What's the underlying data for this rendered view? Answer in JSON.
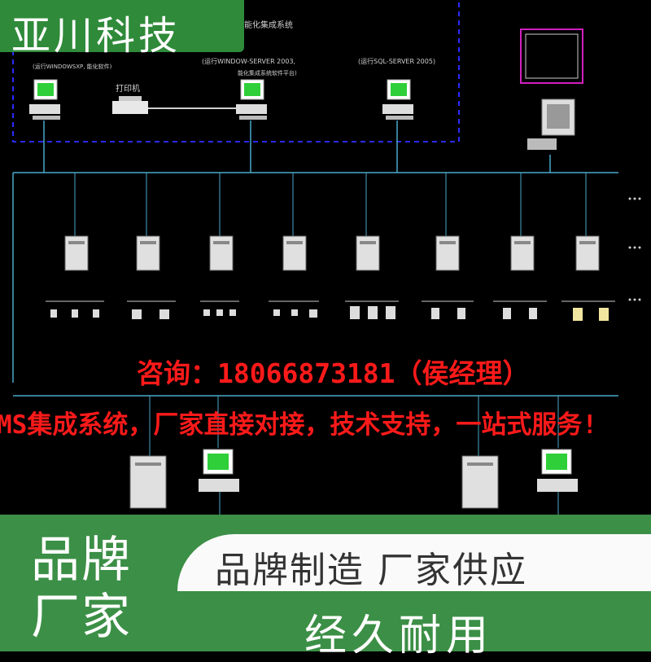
{
  "brand": {
    "name": "亚川科技"
  },
  "diagram": {
    "top_title": "能化集成系统",
    "left_station_label": "(运行WINDOWSXP, 能化软件)",
    "center_server_label": "(运行WINDOW-SERVER 2003,",
    "center_server_label2": "能化集成系统软件平台)",
    "right_server_label": "(运行SQL-SERVER 2005)",
    "printer_label": "打印机"
  },
  "overlay": {
    "phone": "咨询：18066873181（侯经理）",
    "slogan": "MS集成系统，厂家直接对接，技术支持，一站式服务!"
  },
  "bottom": {
    "left_tag_line1": "品牌",
    "left_tag_line2": "厂家",
    "banner": "品牌制造  厂家供应",
    "durable": "经久耐用"
  },
  "colors": {
    "background": "#000000",
    "brand_green": "#2f8a3a",
    "overlay_red": "#ff1a1a",
    "dashed_border": "#2a2aff",
    "wire": "#4aa8c8",
    "monitor_screen": "#2fcf3a",
    "magenta_frame": "#d020c0"
  }
}
